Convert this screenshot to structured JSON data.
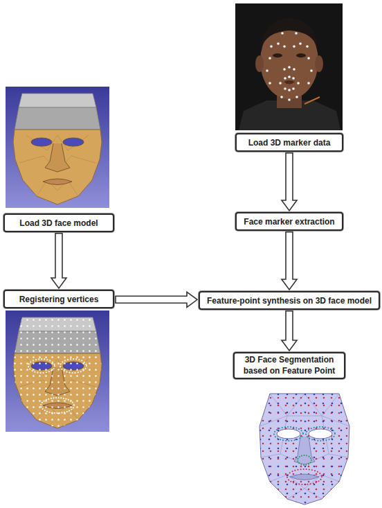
{
  "diagram": {
    "nodes": [
      {
        "text": [
          "Load 3D marker data"
        ]
      },
      {
        "text": [
          "Load 3D face model"
        ]
      },
      {
        "text": [
          "Face marker extraction"
        ]
      },
      {
        "text": [
          "Registering vertices"
        ]
      },
      {
        "text": [
          "Feature-point synthesis on 3D face model"
        ]
      },
      {
        "text": [
          "3D Face Segmentation based on Feature Point"
        ]
      }
    ],
    "edges": [
      {
        "from": 1,
        "to": 3,
        "arrow": "to"
      },
      {
        "from": 0,
        "to": 2,
        "arrow": "to"
      },
      {
        "from": 2,
        "to": 4,
        "arrow": "to"
      },
      {
        "from": 3,
        "to": 4,
        "arrow": "to"
      },
      {
        "from": 4,
        "to": 5,
        "arrow": "to"
      }
    ]
  }
}
